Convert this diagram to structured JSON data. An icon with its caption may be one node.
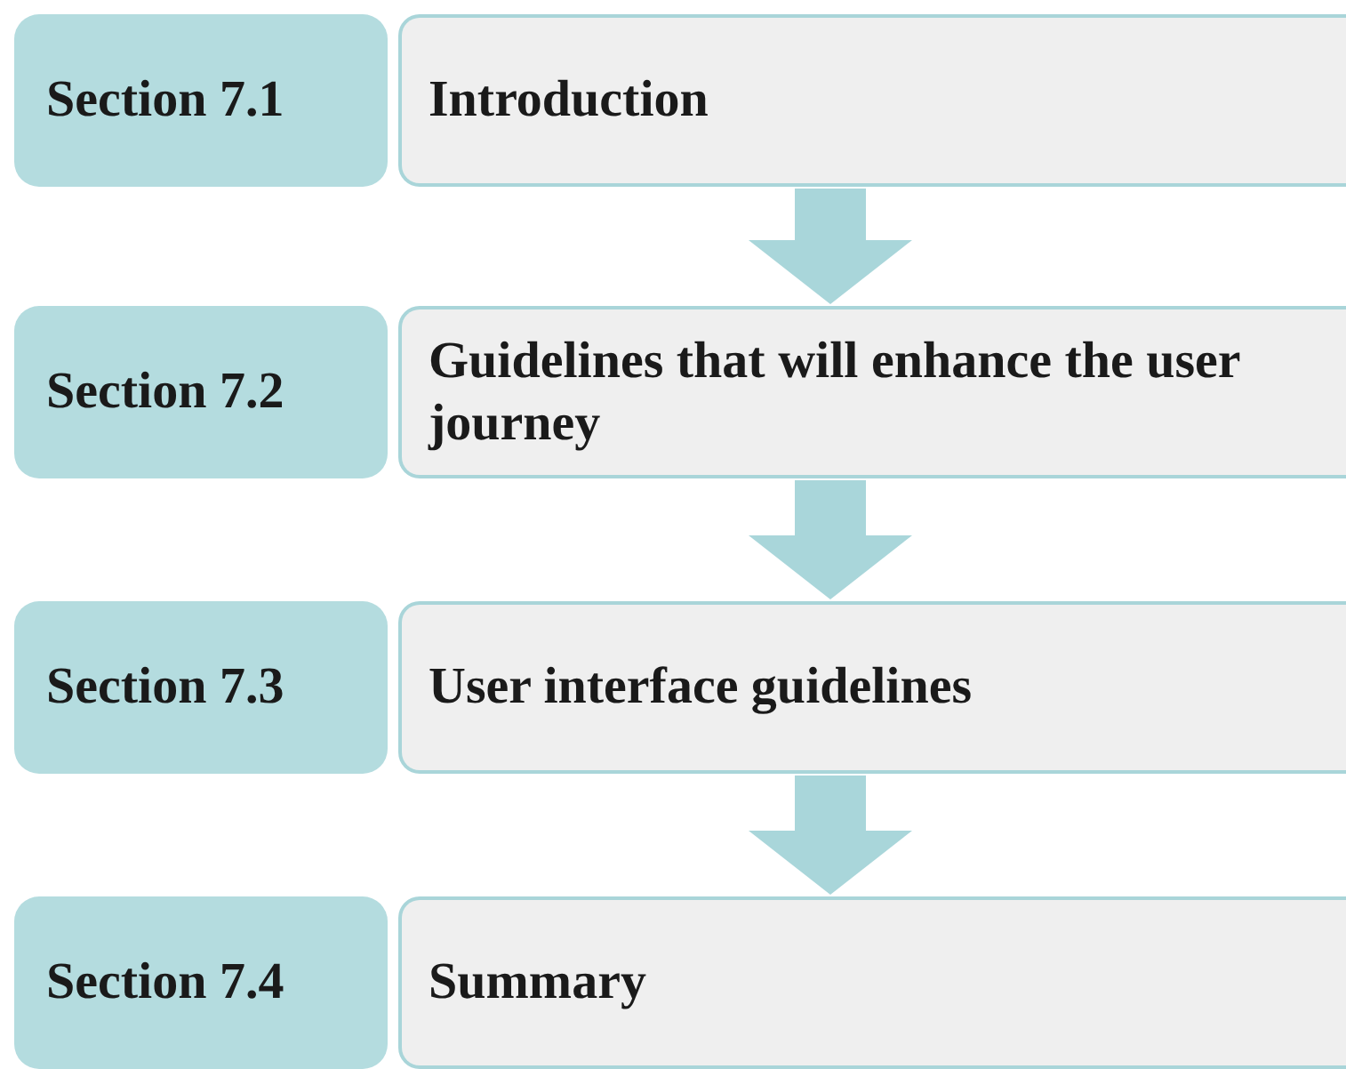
{
  "diagram": {
    "nodes": [
      {
        "text": [
          "Section 7.1"
        ]
      },
      {
        "text": [
          "Introduction"
        ]
      },
      {
        "text": [
          "Section 7.2"
        ]
      },
      {
        "text": [
          "Guidelines that will enhance the user journey"
        ]
      },
      {
        "text": [
          "Section 7.3"
        ]
      },
      {
        "text": [
          "User interface guidelines"
        ]
      },
      {
        "text": [
          "Section 7.4"
        ]
      },
      {
        "text": [
          "Summary"
        ]
      }
    ],
    "edges": [
      {
        "from": 1,
        "to": 3,
        "arrow": "to"
      },
      {
        "from": 3,
        "to": 5,
        "arrow": "to"
      },
      {
        "from": 5,
        "to": 7,
        "arrow": "to"
      }
    ]
  }
}
